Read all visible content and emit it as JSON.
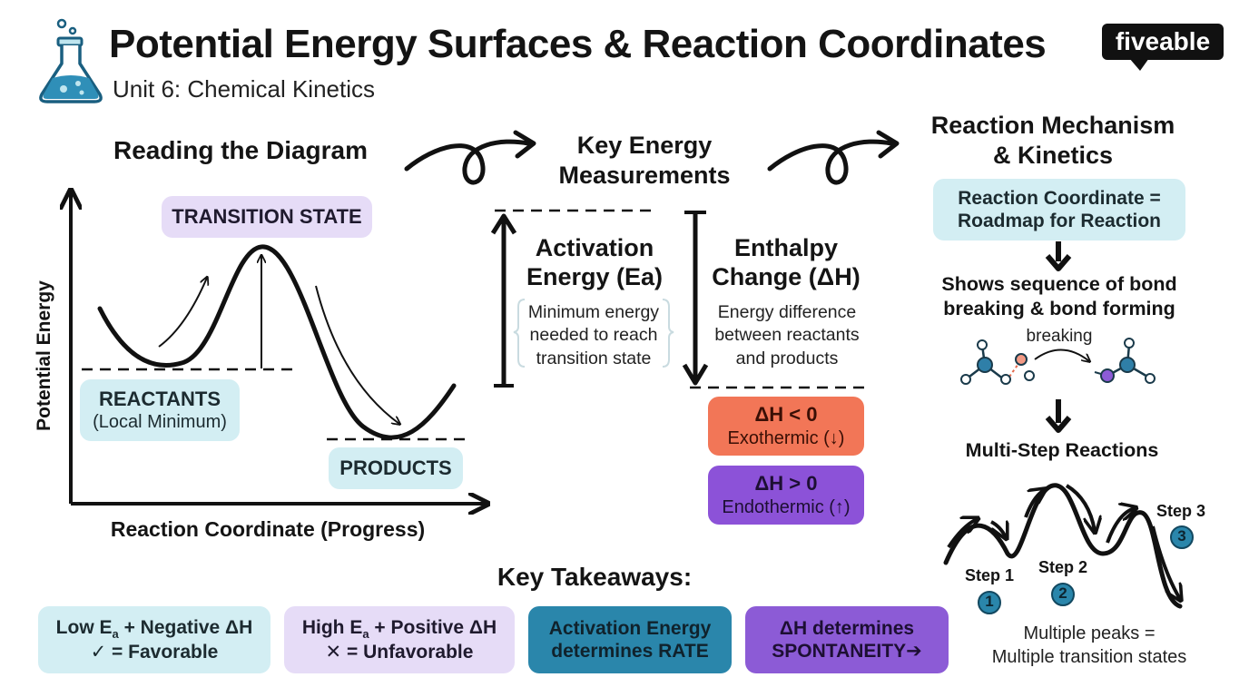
{
  "header": {
    "title": "Potential Energy Surfaces & Reaction Coordinates",
    "subtitle": "Unit 6: Chemical Kinetics",
    "logo": "fiveable",
    "icon": "flask-icon"
  },
  "diagram": {
    "heading": "Reading the Diagram",
    "y_axis": "Potential Energy",
    "x_axis": "Reaction Coordinate (Progress)",
    "transition_state": "TRANSITION STATE",
    "reactants": "REACTANTS",
    "reactants_note": "(Local Minimum)",
    "products": "PRODUCTS"
  },
  "measurements": {
    "heading_line1": "Key Energy",
    "heading_line2": "Measurements",
    "activation": {
      "title_line1": "Activation",
      "title_line2": "Energy (Ea)",
      "desc": [
        "Minimum energy",
        "needed to reach",
        "transition state"
      ]
    },
    "enthalpy": {
      "title_line1": "Enthalpy",
      "title_line2": "Change (ΔH)",
      "desc": [
        "Energy difference",
        "between reactants",
        "and products"
      ]
    },
    "exothermic": {
      "label": "ΔH < 0",
      "note": "Exothermic (↓)",
      "color": "#f27657"
    },
    "endothermic": {
      "label": "ΔH > 0",
      "note": "Endothermic (↑)",
      "color": "#8c52d8"
    }
  },
  "mechanism": {
    "heading_line1": "Reaction Mechanism",
    "heading_line2": "& Kinetics",
    "roadmap_line1": "Reaction Coordinate =",
    "roadmap_line2": "Roadmap for Reaction",
    "sequence_line1": "Shows sequence of bond",
    "sequence_line2": "breaking & bond forming",
    "breaking": "breaking",
    "multistep": "Multi-Step Reactions",
    "steps": [
      {
        "label": "Step 1",
        "num": "1"
      },
      {
        "label": "Step 2",
        "num": "2"
      },
      {
        "label": "Step 3",
        "num": "3"
      }
    ],
    "peaks_line1": "Multiple peaks =",
    "peaks_line2": "Multiple transition states"
  },
  "takeaways": {
    "heading": "Key Takeaways:",
    "cards": [
      {
        "line1": "Low E",
        "sub": "a",
        "line1b": " + Negative ΔH",
        "line2": "✓ = Favorable",
        "color": "#d3eef3"
      },
      {
        "line1": "High E",
        "sub": "a",
        "line1b": " + Positive ΔH",
        "line2": "✕ = Unfavorable",
        "color": "#e6dcf7"
      },
      {
        "line1": "Activation Energy",
        "line2": "determines RATE",
        "color": "#2a86ab"
      },
      {
        "line1": "ΔH determines",
        "line2": "SPONTANEITY➔",
        "color": "#8c5bd6"
      }
    ]
  }
}
